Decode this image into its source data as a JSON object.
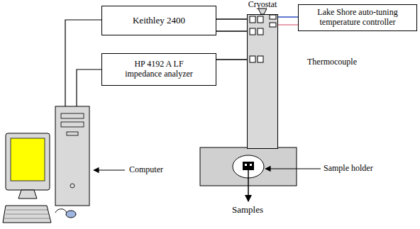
{
  "diagram": {
    "nodes": [
      {
        "text": [
          "Keithley 2400"
        ]
      },
      {
        "text": [
          "HP 4192 A LF impedance analyzer"
        ]
      },
      {
        "text": [
          "Cryostat"
        ]
      },
      {
        "text": [
          "Lake Shore auto-tuning temperature controller"
        ]
      }
    ],
    "edges": [
      {
        "from": 0,
        "to": 2,
        "arrow": "none"
      },
      {
        "from": 0,
        "to": 2,
        "arrow": "none"
      },
      {
        "from": 1,
        "to": 2,
        "arrow": "none"
      },
      {
        "from": 3,
        "to": 2,
        "arrow": "none"
      },
      {
        "from": 3,
        "to": 2,
        "arrow": "none",
        "label": "Thermocouple"
      }
    ],
    "labels": [
      "Sample holder",
      "Samples",
      "Computer"
    ]
  }
}
